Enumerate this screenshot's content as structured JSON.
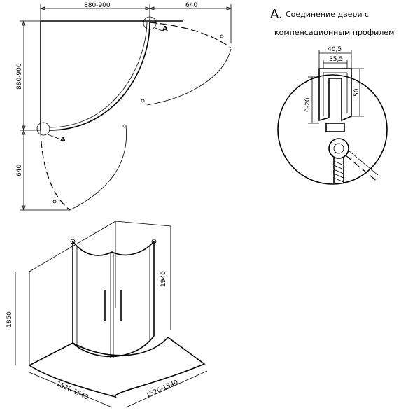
{
  "plan": {
    "dim_top_left": "880-900",
    "dim_top_right": "640",
    "dim_left_upper": "880-900",
    "dim_left_lower": "640",
    "marker_a": "A"
  },
  "detail": {
    "letter": "A.",
    "title_line1": "Соединение двери с",
    "title_line2": "компенсационным профилем",
    "dim_width": "40,5",
    "dim_inner": "35,5",
    "dim_height": "50",
    "dim_gap": "0-20"
  },
  "iso": {
    "dim_total_height": "1850",
    "dim_door_height": "1940",
    "dim_base_left": "1520-1540",
    "dim_base_right": "1520-1540"
  }
}
